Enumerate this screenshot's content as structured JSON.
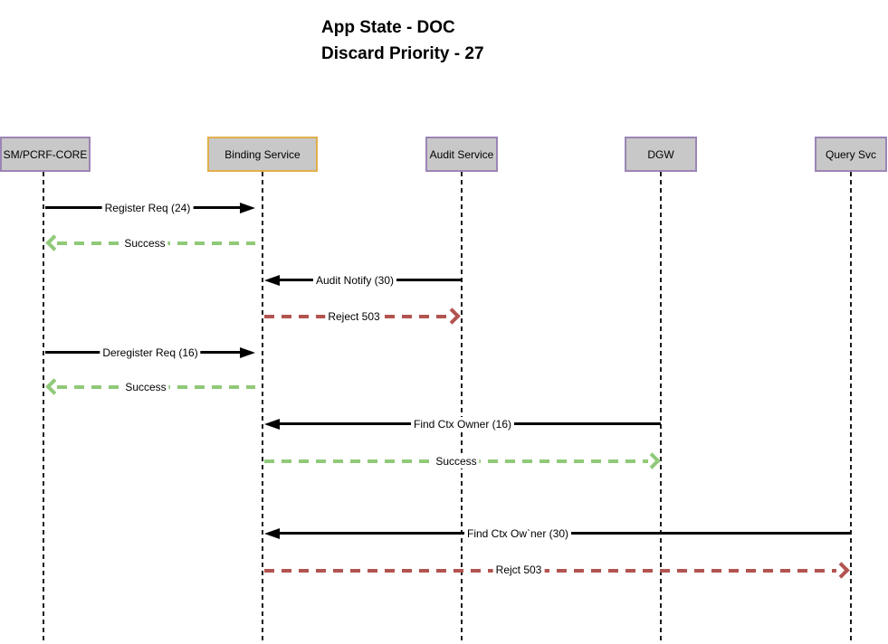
{
  "title": {
    "line1": "App State - DOC",
    "line2": "Discard Priority - 27"
  },
  "actors": [
    {
      "label": "SM/PCRF-CORE"
    },
    {
      "label": "Binding Service"
    },
    {
      "label": "Audit Service"
    },
    {
      "label": "DGW"
    },
    {
      "label": "Query Svc"
    }
  ],
  "messages": [
    {
      "label": "Register Req (24)",
      "from": "SM/PCRF-CORE",
      "to": "Binding Service",
      "style": "solid-black"
    },
    {
      "label": "Success",
      "from": "Binding Service",
      "to": "SM/PCRF-CORE",
      "style": "dashed-green"
    },
    {
      "label": "Audit Notify (30)",
      "from": "Audit Service",
      "to": "Binding Service",
      "style": "solid-black"
    },
    {
      "label": "Reject 503",
      "from": "Binding Service",
      "to": "Audit Service",
      "style": "dashed-red"
    },
    {
      "label": "Deregister Req (16)",
      "from": "SM/PCRF-CORE",
      "to": "Binding Service",
      "style": "solid-black"
    },
    {
      "label": "Success",
      "from": "Binding Service",
      "to": "SM/PCRF-CORE",
      "style": "dashed-green"
    },
    {
      "label": "Find Ctx Owner (16)",
      "from": "DGW",
      "to": "Binding Service",
      "style": "solid-black"
    },
    {
      "label": "Success",
      "from": "Binding Service",
      "to": "DGW",
      "style": "dashed-green"
    },
    {
      "label": "Find Ctx Ow`ner (30)",
      "from": "Query Svc",
      "to": "Binding Service",
      "style": "solid-black"
    },
    {
      "label": "Rejct 503",
      "from": "Binding Service",
      "to": "Query Svc",
      "style": "dashed-red"
    }
  ],
  "colors": {
    "success_green": "#90c978",
    "reject_red": "#b25450",
    "message_black": "#000000",
    "actor_fill": "#c8c8c8",
    "actor_border": "#9b85b5",
    "highlight_border": "#e0b04a"
  }
}
